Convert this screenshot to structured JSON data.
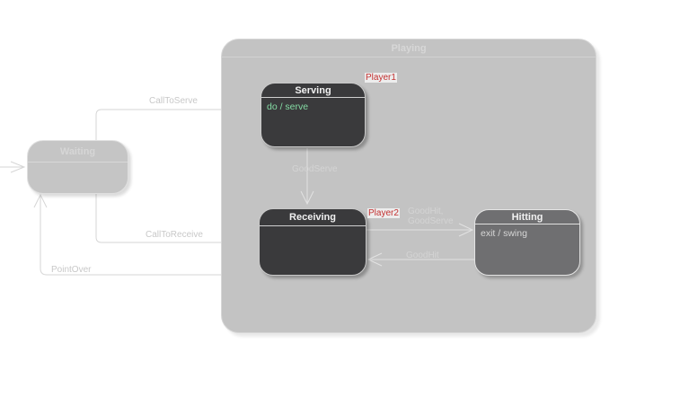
{
  "diagram": {
    "container": {
      "label": "Playing"
    },
    "states": {
      "waiting": {
        "label": "Waiting"
      },
      "serving": {
        "label": "Serving",
        "activity": "do / serve"
      },
      "receiving": {
        "label": "Receiving"
      },
      "hitting": {
        "label": "Hitting",
        "activity": "exit / swing"
      }
    },
    "transitions": {
      "call_to_serve": {
        "label": "CallToServe"
      },
      "call_to_receive": {
        "label": "CallToReceive"
      },
      "point_over": {
        "label": "PointOver"
      },
      "good_serve": {
        "label": "GoodServe"
      },
      "good_hit_or_serve": {
        "label_line1": "GoodHit,",
        "label_line2": "GoodServe"
      },
      "good_hit": {
        "label": "GoodHit"
      }
    },
    "annotations": {
      "player1": "Player1",
      "player2": "Player2"
    },
    "colors": {
      "background": "#ffffff",
      "container_fill": "#c3c3c3",
      "light_state_fill": "#c5c5c5",
      "dark_state_fill": "#3a3a3c",
      "medium_state_fill": "#6f6f71",
      "state_title_text": "#f1f1f1",
      "activity_green": "#84dba4",
      "annotation_red": "#c33030",
      "wire_gray": "#d6d6d6"
    }
  }
}
